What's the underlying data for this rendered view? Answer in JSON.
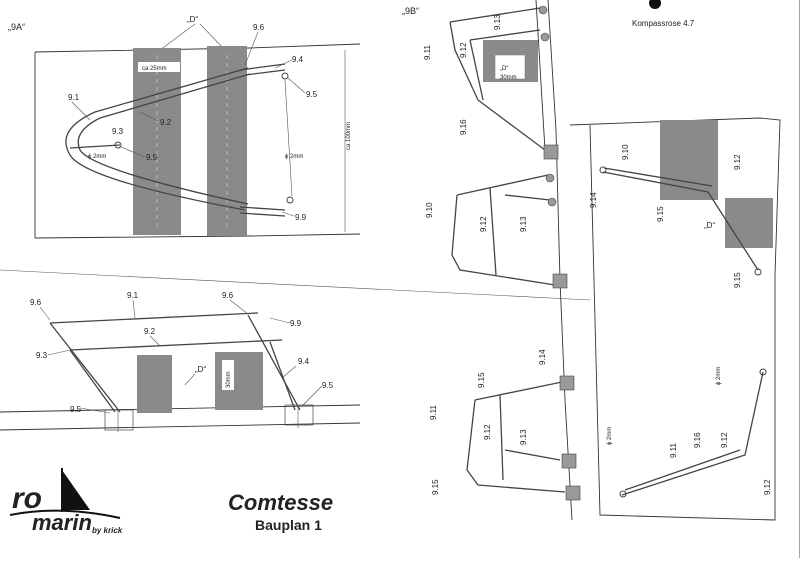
{
  "sections": {
    "a": "„9A“",
    "b": "„9B“"
  },
  "compass": "Kompassrose 4.7",
  "d_label": "„D“",
  "dims": {
    "ca25": "ca 25mm",
    "ca100": "ca 100mm",
    "phi2": "ϕ 2mm",
    "mm30": "30mm",
    "mm30b": "30mm"
  },
  "parts": {
    "p91": "9.1",
    "p92": "9.2",
    "p93": "9.3",
    "p94": "9.4",
    "p95": "9.5",
    "p96": "9.6",
    "p99": "9.9",
    "p910": "9.10",
    "p911": "9.11",
    "p912": "9.12",
    "p913": "9.13",
    "p914": "9.14",
    "p915": "9.15",
    "p916": "9.16"
  },
  "logo": {
    "line1": "ro",
    "line2": "marin",
    "by": "by krick"
  },
  "title": "Comtesse",
  "subtitle": "Bauplan 1"
}
